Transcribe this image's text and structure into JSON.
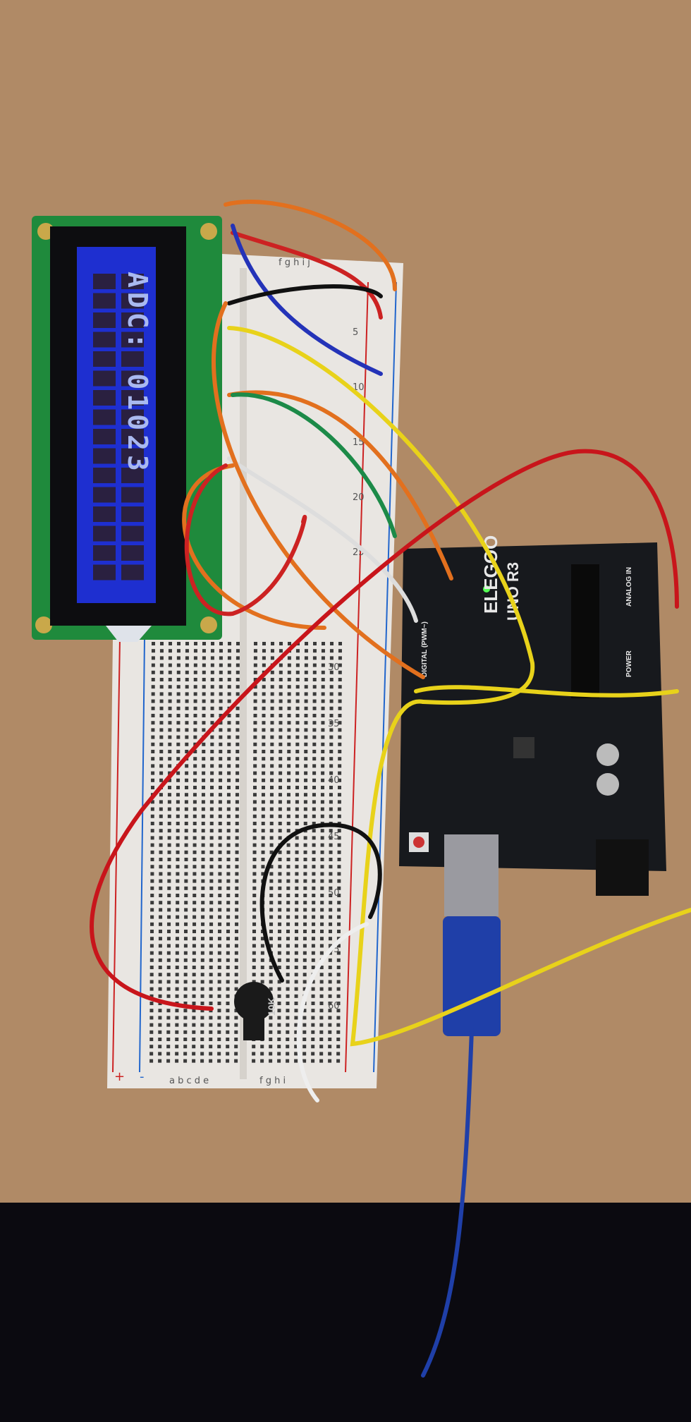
{
  "lcd": {
    "line1": "ADC: 01023",
    "line2": ""
  },
  "breadboard": {
    "top_letters": "f g h i j",
    "bottom_letters_left": "a b c d e",
    "bottom_letters_right": "f g h i",
    "rail_plus": "+",
    "rail_minus": "-",
    "row_numbers": [
      "5",
      "10",
      "15",
      "20",
      "25",
      "30",
      "35",
      "40",
      "45",
      "50",
      "55",
      "60"
    ]
  },
  "arduino": {
    "brand": "ELEGOO",
    "model": "UNO R3",
    "label_power": "POWER",
    "label_analog": "ANALOG IN",
    "label_digital": "DIGITAL (PWM~)"
  },
  "potentiometer": {
    "label": "10K"
  },
  "colors": {
    "table": "#b08a66",
    "lcd_board": "#1f8a3c",
    "lcd_screen": "#1e2fd0",
    "arduino": "#17191d",
    "usb_cable": "#1f3fa8"
  }
}
